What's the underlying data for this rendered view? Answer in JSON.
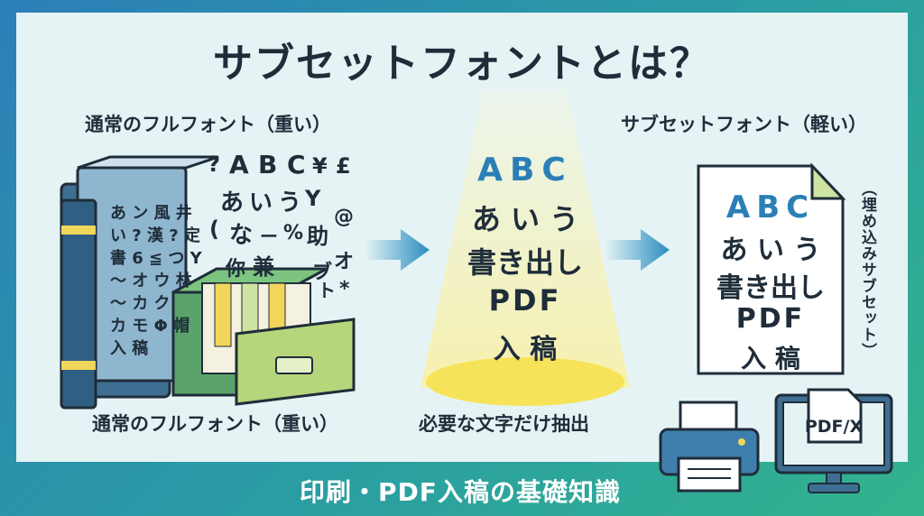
{
  "title": "サブセットフォントとは？",
  "left": {
    "top_label": "通常のフルフォント（重い）",
    "bottom_label": "通常のフルフォント（重い）",
    "book_spine": [
      "あ ン 風 井",
      "い ? 漢 ? 定",
      "書 6 ≦ つ Y",
      "〜 オ ウ 林",
      "〜 カ ク ",
      "カ モ Φ 帽",
      "入 稿"
    ],
    "scatter_glyphs": [
      "?",
      "A",
      "B",
      "C",
      "¥",
      "£",
      "あ",
      "い",
      "う",
      "Y",
      "@",
      "(",
      "な",
      "ー",
      "%",
      "助",
      "兼",
      "ブ",
      "オ",
      "你",
      "ト",
      "*"
    ]
  },
  "center": {
    "lines": [
      "ABC",
      "あ い う",
      "書き出し",
      "PDF",
      "入 稿"
    ],
    "bottom_label": "必要な文字だけ抽出"
  },
  "right": {
    "top_label": "サブセットフォント（軽い）",
    "doc_lines": [
      "ABC",
      "あ い う",
      "書き出し",
      "PDF",
      "入 稿"
    ],
    "side_note": "（埋め込みサブセット）",
    "monitor_text": "PDF/X"
  },
  "footer": "印刷・PDF入稿の基礎知識",
  "colors": {
    "accent_blue": "#2a7fb6",
    "highlight_yellow": "#f6e46a",
    "panel_bg": "#e6f3f5",
    "text_dark": "#1f2d3a"
  },
  "icons": [
    "book-icon",
    "file-drawer-icon",
    "arrow-right-icon",
    "spotlight-icon",
    "document-icon",
    "printer-icon",
    "monitor-icon"
  ]
}
